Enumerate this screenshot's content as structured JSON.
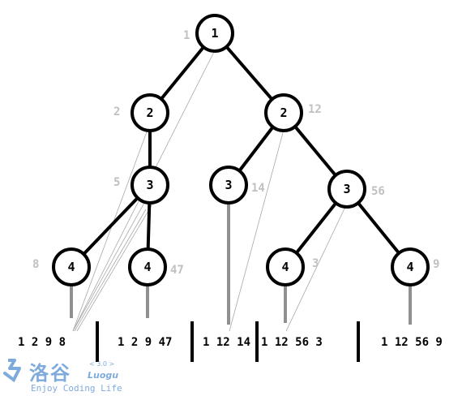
{
  "tree": {
    "nodes": [
      {
        "id": "n1",
        "label": "1",
        "weight": "1"
      },
      {
        "id": "n2a",
        "label": "2",
        "weight": "2"
      },
      {
        "id": "n2b",
        "label": "2",
        "weight": "12"
      },
      {
        "id": "n3a",
        "label": "3",
        "weight": "5"
      },
      {
        "id": "n3b",
        "label": "3",
        "weight": "14"
      },
      {
        "id": "n3c",
        "label": "3",
        "weight": "56"
      },
      {
        "id": "n4a",
        "label": "4",
        "weight": "8"
      },
      {
        "id": "n4b",
        "label": "4",
        "weight": "47"
      },
      {
        "id": "n4c",
        "label": "4",
        "weight": "3"
      },
      {
        "id": "n4d",
        "label": "4",
        "weight": "9"
      }
    ],
    "edges": [
      [
        "n1",
        "n2a"
      ],
      [
        "n1",
        "n2b"
      ],
      [
        "n2a",
        "n3a"
      ],
      [
        "n2b",
        "n3b"
      ],
      [
        "n2b",
        "n3c"
      ],
      [
        "n3a",
        "n4a"
      ],
      [
        "n3a",
        "n4b"
      ],
      [
        "n3c",
        "n4c"
      ],
      [
        "n3c",
        "n4d"
      ]
    ]
  },
  "sequences": [
    {
      "text": "1 2 9 8"
    },
    {
      "text": "1 2 9 47"
    },
    {
      "text": "1 12 14"
    },
    {
      "text": "1 12 56 3"
    },
    {
      "text": "1 12 56 9"
    }
  ],
  "logo": {
    "chars": "洛谷",
    "version": "< 3.0 >",
    "brand": "Luogu",
    "tagline": "Enjoy Coding Life",
    "color": "#1565c0"
  }
}
